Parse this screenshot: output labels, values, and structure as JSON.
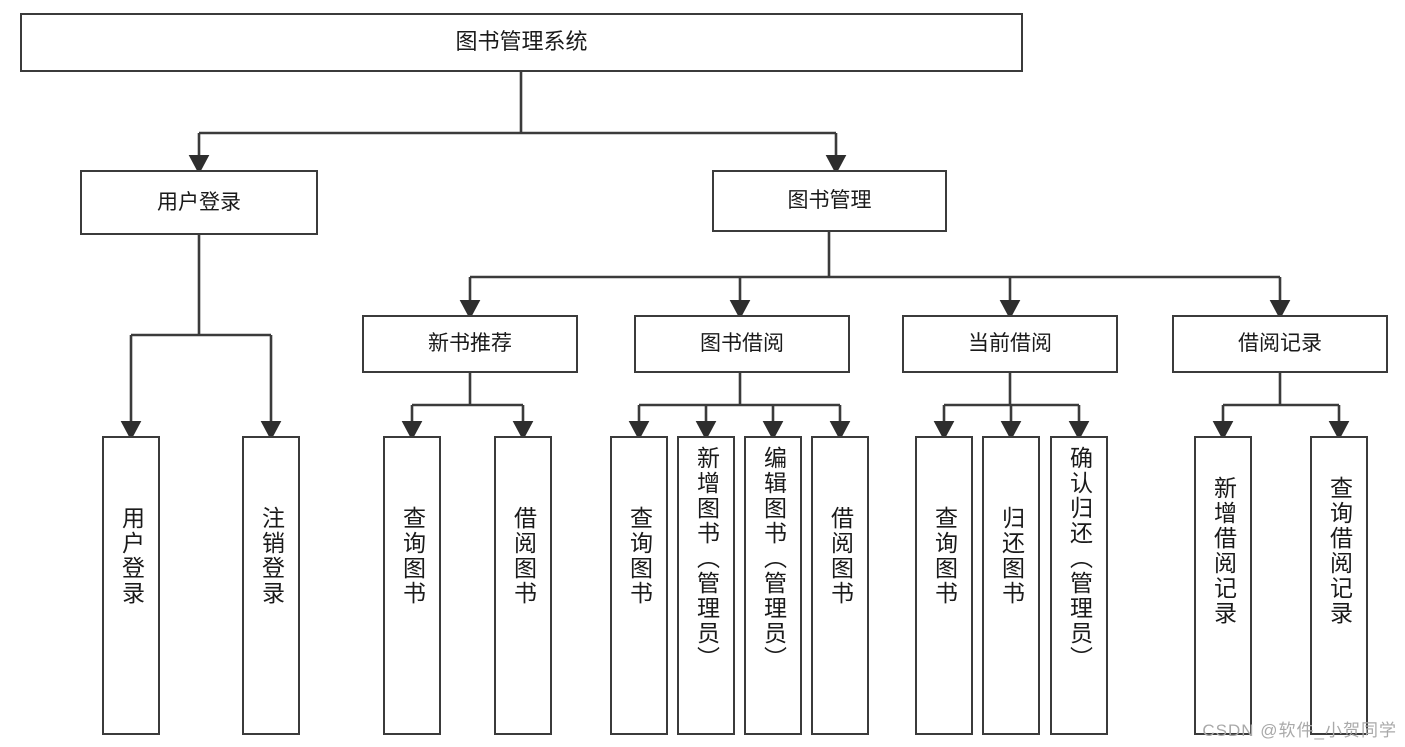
{
  "diagram": {
    "title": "图书管理系统",
    "type": "tree-hierarchy-diagram",
    "root": {
      "label": "图书管理系统"
    },
    "level2": [
      {
        "label": "用户登录"
      },
      {
        "label": "图书管理"
      }
    ],
    "level3": [
      {
        "label": "新书推荐"
      },
      {
        "label": "图书借阅"
      },
      {
        "label": "当前借阅"
      },
      {
        "label": "借阅记录"
      }
    ],
    "leaves": {
      "user_login": [
        {
          "label": "用户登录"
        },
        {
          "label": "注销登录"
        }
      ],
      "new_book_recommend": [
        {
          "label": "查询图书"
        },
        {
          "label": "借阅图书"
        }
      ],
      "book_borrow": [
        {
          "label": "查询图书"
        },
        {
          "label": "新增图书（管理员）"
        },
        {
          "label": "编辑图书（管理员）"
        },
        {
          "label": "借阅图书"
        }
      ],
      "current_borrow": [
        {
          "label": "查询图书"
        },
        {
          "label": "归还图书"
        },
        {
          "label": "确认归还（管理员）"
        }
      ],
      "borrow_record": [
        {
          "label": "新增借阅记录"
        },
        {
          "label": "查询借阅记录"
        }
      ]
    }
  },
  "watermark": {
    "text": "CSDN @软件_小贺同学"
  },
  "colors": {
    "stroke": "#3b3b3b",
    "background": "#ffffff",
    "text": "#1a1a1a",
    "watermark": "#a9a9a9"
  }
}
